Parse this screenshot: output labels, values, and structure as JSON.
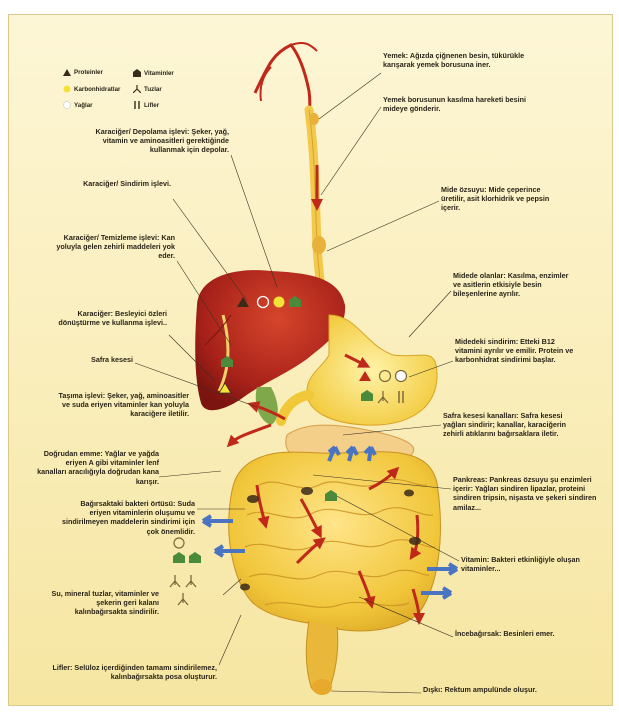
{
  "legend": [
    {
      "icon": "triangle-icon",
      "label": "Proteinler"
    },
    {
      "icon": "pentagon-icon",
      "label": "Vitaminler"
    },
    {
      "icon": "circle-yellow-icon",
      "label": "Karbonhidratlar"
    },
    {
      "icon": "tripod-icon",
      "label": "Tuzlar"
    },
    {
      "icon": "circle-white-icon",
      "label": "Yağlar"
    },
    {
      "icon": "double-bar-icon",
      "label": "Lifler"
    }
  ],
  "labels": {
    "yemek": "Yemek: Ağızda çiğnenen besin, tükürükle karışarak yemek borusuna iner.",
    "yemek_borusu": "Yemek borusunun kasılma hareketi besini mideye gönderir.",
    "karaciger_depolama": "Karaciğer/ Depolama işlevi: Şeker, yağ, vitamin ve aminoasitleri gerektiğinde kullanmak için depolar.",
    "karaciger_sindirim": "Karaciğer/ Sindirim işlevi.",
    "mide_ozsuyu": "Mide özsuyu: Mide çeperince üretilir, asit klorhidrik ve pepsin içerir.",
    "karaciger_temizleme": "Karaciğer/ Temizleme işlevi: Kan yoluyla gelen zehirli maddeleri yok eder.",
    "midede_olanlar": "Midede olanlar: Kasılma, enzimler ve asitlerin etkisiyle besin bileşenlerine ayrılır.",
    "karaciger_besleyici": "Karaciğer: Besleyici özleri dönüştürme ve kullanma işlevi..",
    "midedeki_sindirim": "Midedeki sindirim: Etteki B12 vitamini ayrılır ve emilir. Protein ve karbonhidrat sindirimi başlar.",
    "safra_kesesi": "Safra kesesi",
    "tasima": "Taşıma işlevi: Şeker, yağ, aminoasitler ve suda eriyen vitaminler kan yoluyla karaciğere iletilir.",
    "safra_kanallari": "Safra kesesi kanalları: Safra kesesi yağları sindirir; kanallar, karaciğerin zehirli atıklarını bağırsaklara iletir.",
    "dogrudan_emme": "Doğrudan emme: Yağlar ve yağda eriyen A gibi vitaminler lenf kanalları aracılığıyla doğrudan kana karışır.",
    "pankreas": "Pankreas: Pankreas özsuyu şu enzimleri içerir: Yağları sindiren lipazlar, proteini sindiren tripsin, nişasta ve şekeri sindiren amilaz...",
    "bakteri_ortusu": "Bağırsaktaki bakteri örtüsü: Suda eriyen vitaminlerin oluşumu ve sindirilmeyen maddelerin sindirimi için çok önemlidir.",
    "vitamin": "Vitamin: Bakteri etkinliğiyle oluşan vitaminler...",
    "su_mineral": "Su, mineral tuzlar, vitaminler ve şekerin geri kalanı kalınbağırsakta sindirilir.",
    "incebagirsak": "İncebağırsak: Besinleri emer.",
    "lifler": "Lifler: Selüloz içerdiğinden tamamı sindirilemez, kalınbağırsakta posa oluşturur.",
    "diski": "Dışkı: Rektum ampulünde oluşur."
  },
  "colors": {
    "background": "#fbf2c4",
    "liver": "#b02a1a",
    "intestine": "#f2cd3a",
    "arrow_red": "#c0281a",
    "arrow_blue": "#4a74c2",
    "text": "#2a2418"
  }
}
